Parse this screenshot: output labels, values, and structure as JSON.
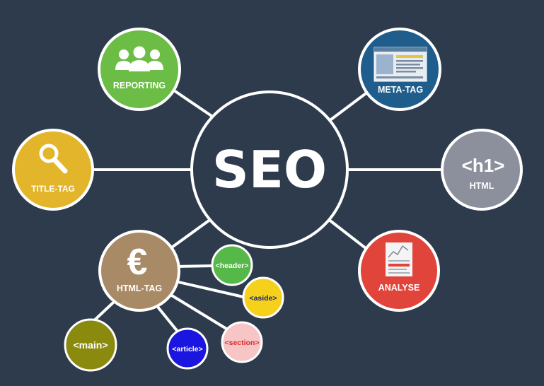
{
  "center": {
    "label": "SEO"
  },
  "nodes": {
    "reporting": {
      "label": "REPORTING",
      "color": "#6cbd45",
      "icon": "users-icon"
    },
    "meta_tag": {
      "label": "META-TAG",
      "color": "#1f5d8c",
      "icon": "webpage-icon"
    },
    "title_tag": {
      "label": "TITLE-TAG",
      "color": "#e3b52b",
      "icon": "magnifier-icon"
    },
    "html": {
      "label": "HTML",
      "glyph": "<h1>",
      "color": "#8c8f9c"
    },
    "html_tag": {
      "label": "HTML-TAG",
      "glyph": "€",
      "color": "#a88a66"
    },
    "analyse": {
      "label": "ANALYSE",
      "color": "#e0443a",
      "icon": "report-icon"
    }
  },
  "tags": {
    "header": {
      "label": "<header>",
      "color": "#55b848",
      "text_color": "#ffffff"
    },
    "aside": {
      "label": "<aside>",
      "color": "#f5d11b",
      "text_color": "#1a237e"
    },
    "section": {
      "label": "<section>",
      "color": "#f7c5c5",
      "text_color": "#d32f2f"
    },
    "article": {
      "label": "<article>",
      "color": "#1a16e0",
      "text_color": "#ffffff"
    },
    "main": {
      "label": "<main>",
      "color": "#8a8a0e",
      "text_color": "#ffffff"
    }
  }
}
